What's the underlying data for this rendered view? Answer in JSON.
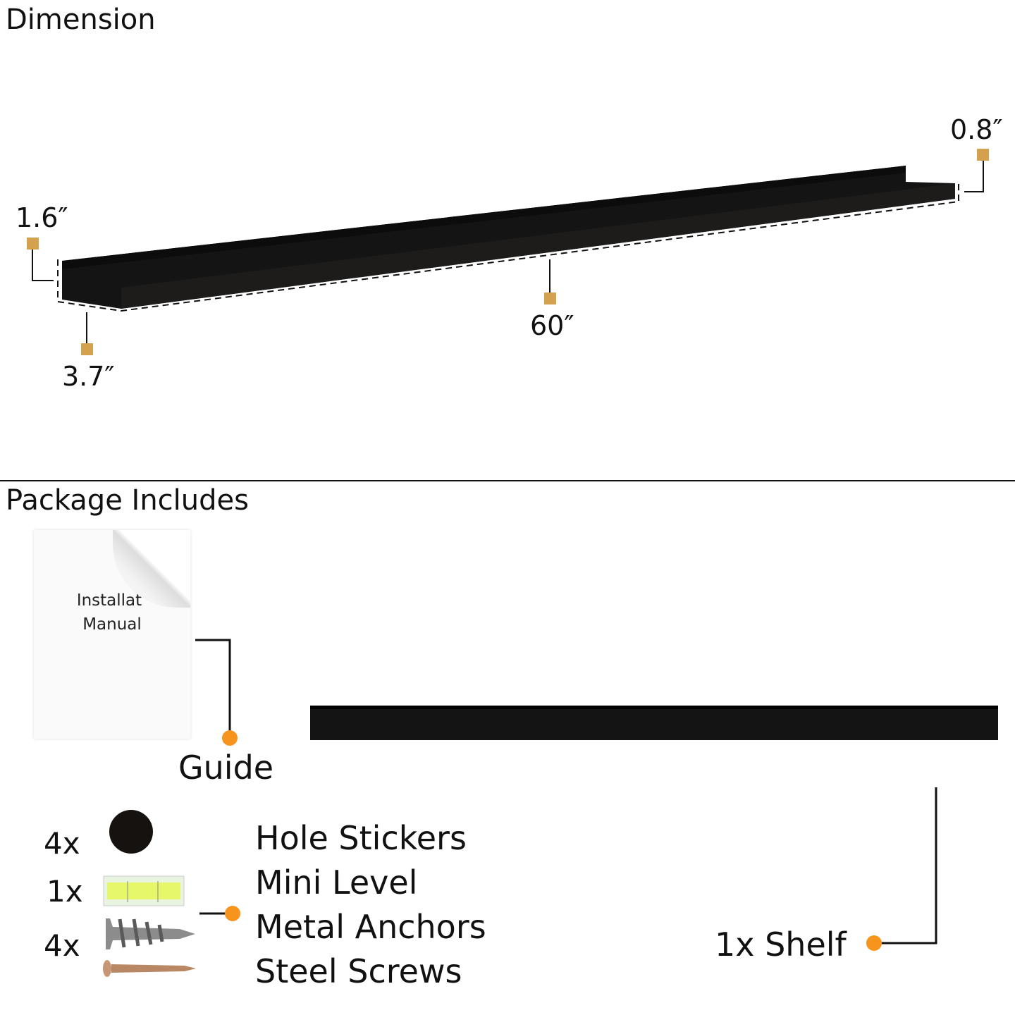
{
  "dimension": {
    "title": "Dimension",
    "height_label": "1.6″",
    "lip_label": "0.8″",
    "length_label": "60″",
    "depth_label": "3.7″"
  },
  "package": {
    "title": "Package Includes",
    "manual_line1": "Installat",
    "manual_line2": "Manual",
    "guide_label": "Guide",
    "items": [
      {
        "qty": "4x",
        "name": "Hole Stickers"
      },
      {
        "qty": "1x",
        "name": "Mini Level"
      },
      {
        "qty": "4x",
        "name": "Metal Anchors"
      },
      {
        "name": "Steel Screws"
      }
    ],
    "shelf_label": "1x Shelf"
  },
  "colors": {
    "accent": "#f7941d",
    "marker": "#d4a14f",
    "shelf": "#141414"
  }
}
